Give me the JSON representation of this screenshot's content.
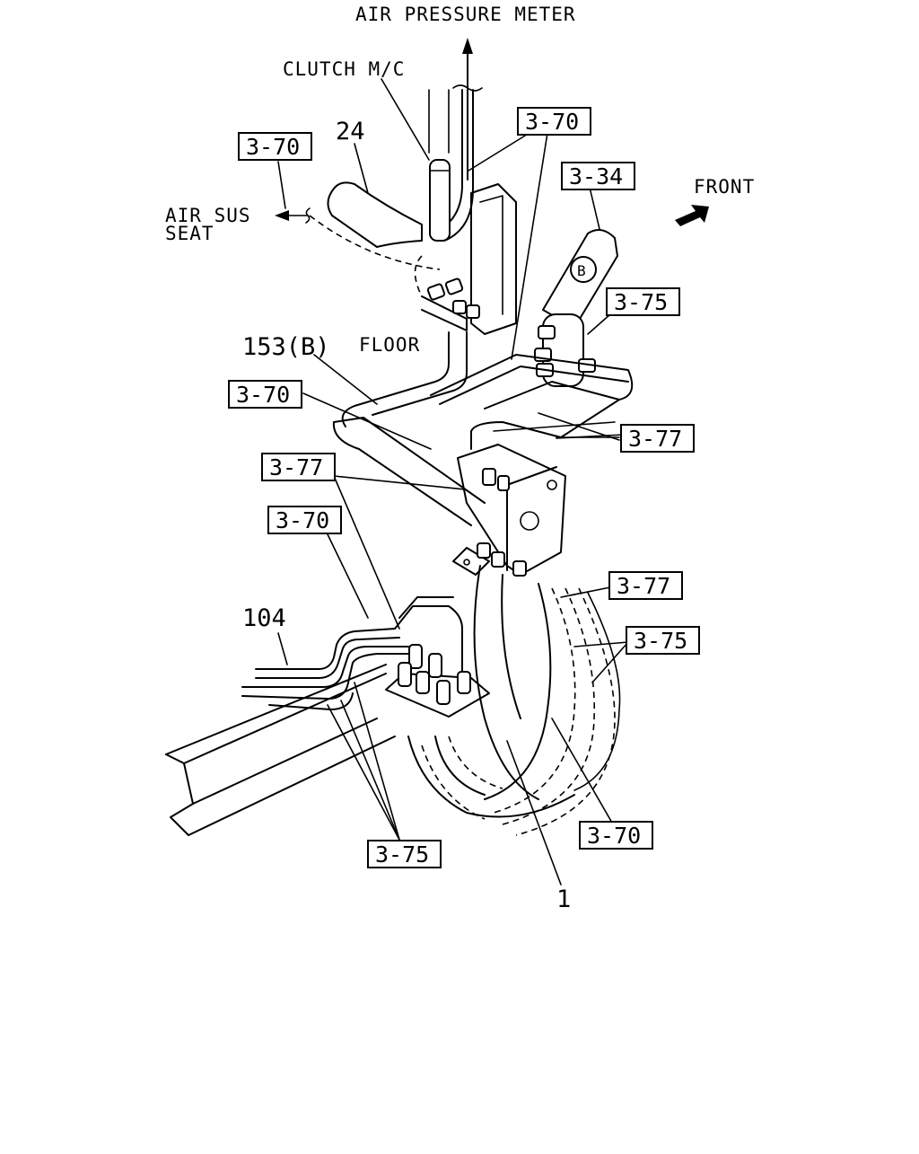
{
  "labels": {
    "air_pressure_meter": "AIR PRESSURE METER",
    "clutch_mc": "CLUTCH M/C",
    "air_sus": "AIR SUS",
    "seat": "SEAT",
    "floor": "FLOOR",
    "front": "FRONT",
    "fitting_b": "B"
  },
  "part_numbers": {
    "p24": "24",
    "p153b": "153(B)",
    "p104": "104",
    "p1": "1"
  },
  "refs": {
    "r1": "3-70",
    "r2": "3-70",
    "r3": "3-34",
    "r4": "3-75",
    "r5": "3-70",
    "r6": "3-77",
    "r7": "3-77",
    "r8": "3-70",
    "r9": "3-77",
    "r10": "3-75",
    "r11": "3-70",
    "r12": "3-75"
  }
}
